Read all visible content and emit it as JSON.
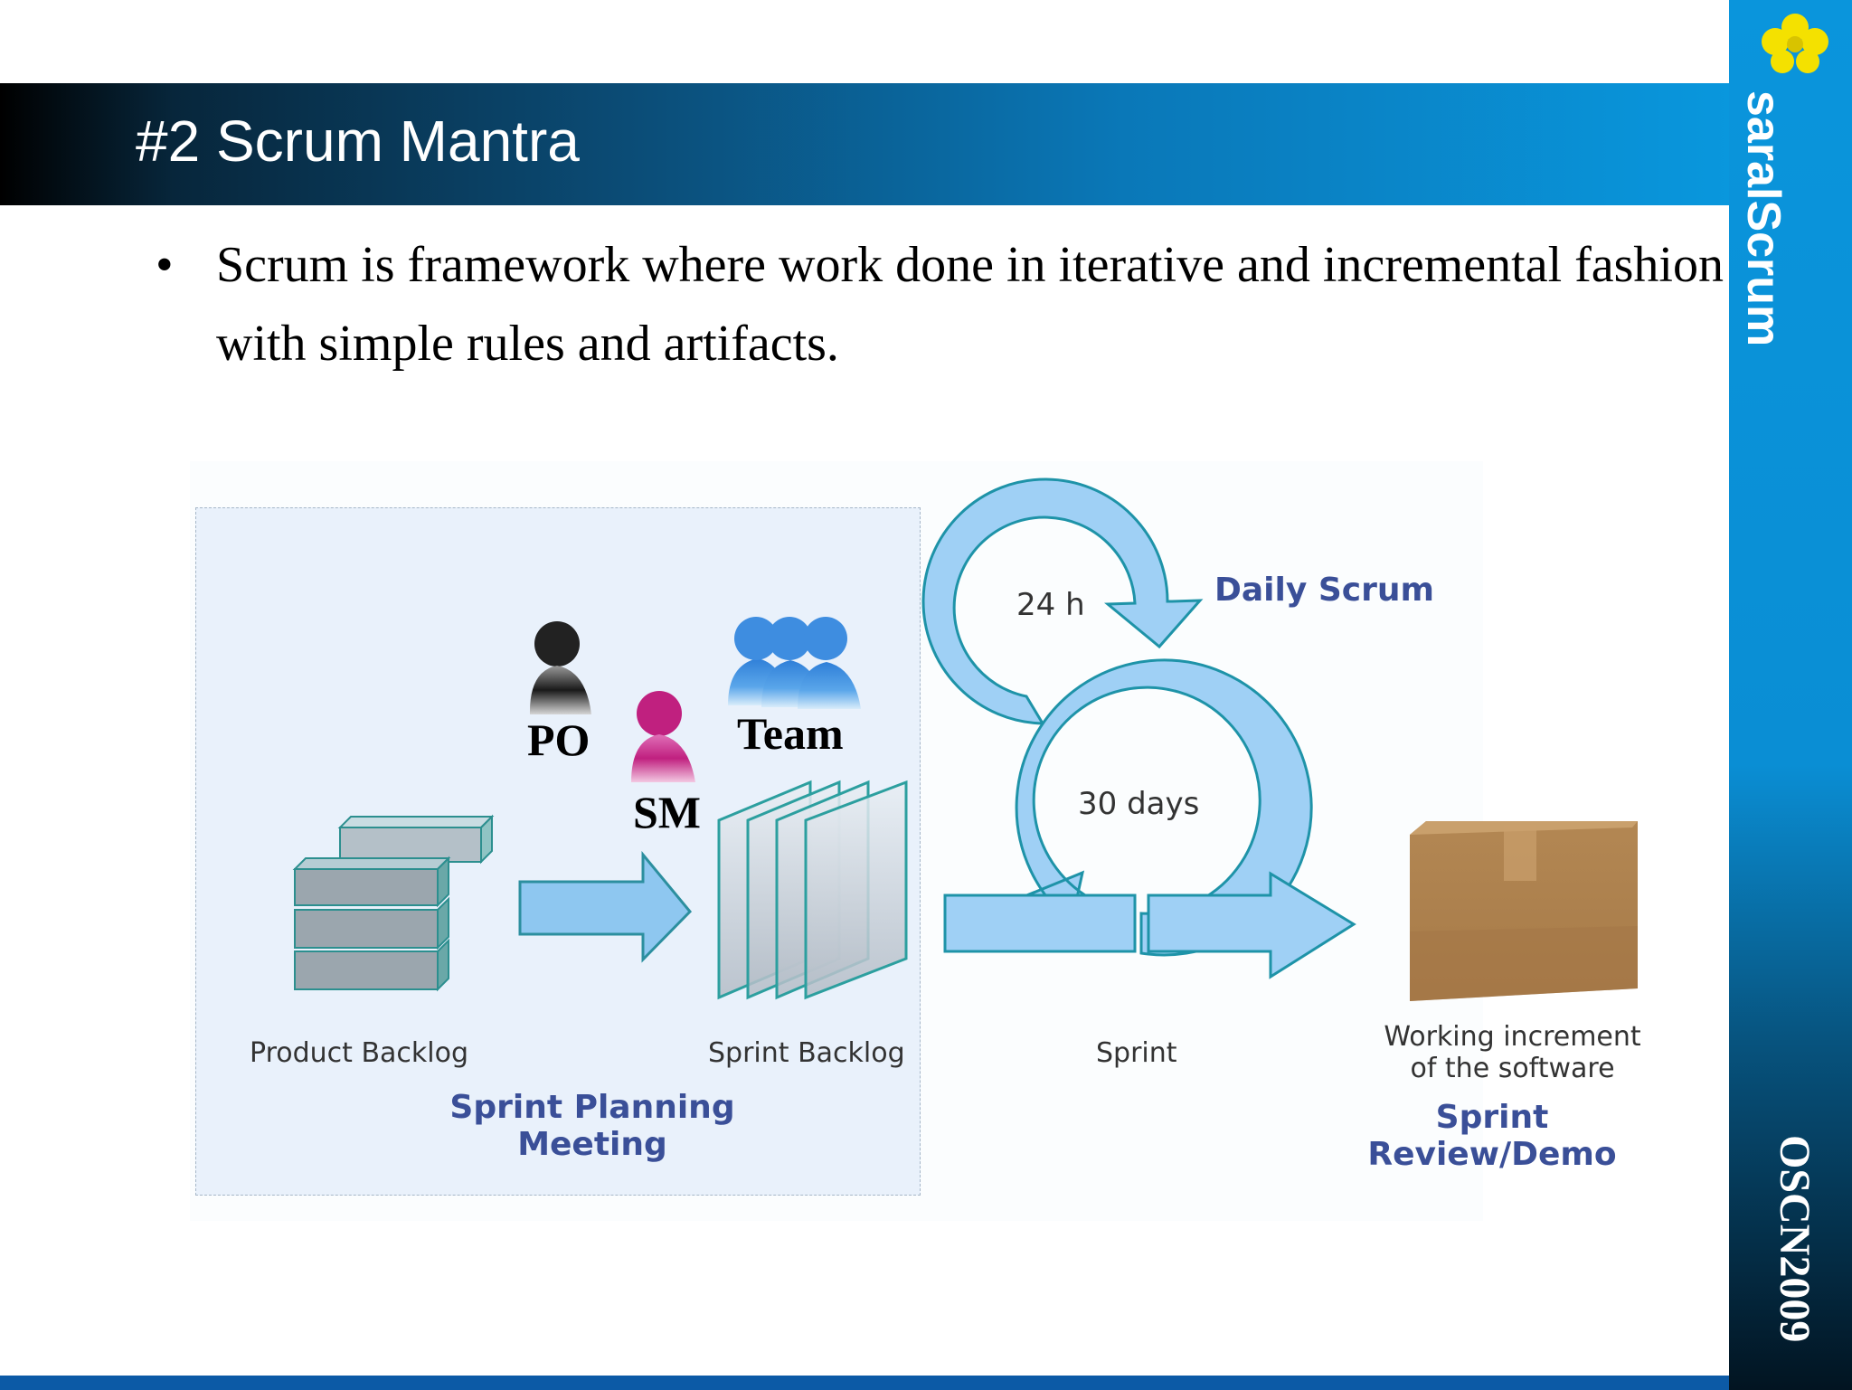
{
  "slide": {
    "title": "#2 Scrum Mantra",
    "brand": "saralScrum",
    "event": "OSCN2009",
    "bullet": "Scrum is framework where work done in iterative and incremental fashion with simple rules and artifacts."
  },
  "diagram": {
    "po_label": "PO",
    "sm_label": "SM",
    "team_label": "Team",
    "product_backlog": "Product Backlog",
    "sprint_backlog": "Sprint Backlog",
    "sprint_planning_line1": "Sprint Planning",
    "sprint_planning_line2": "Meeting",
    "hours": "24 h",
    "daily_scrum": "Daily Scrum",
    "days": "30 days",
    "sprint": "Sprint",
    "increment_line1": "Working increment",
    "increment_line2": "of the software",
    "review_line1": "Sprint",
    "review_line2": "Review/Demo"
  },
  "colors": {
    "accent_blue": "#0a8ed4",
    "diagram_label_blue": "#3a4f98",
    "arrow_fill": "#9fd0f5",
    "arrow_stroke": "#1e93a8",
    "po_icon": "#1a1a1a",
    "sm_icon": "#c0207f",
    "team_icon": "#3e8de0",
    "box_brown": "#b38753"
  }
}
